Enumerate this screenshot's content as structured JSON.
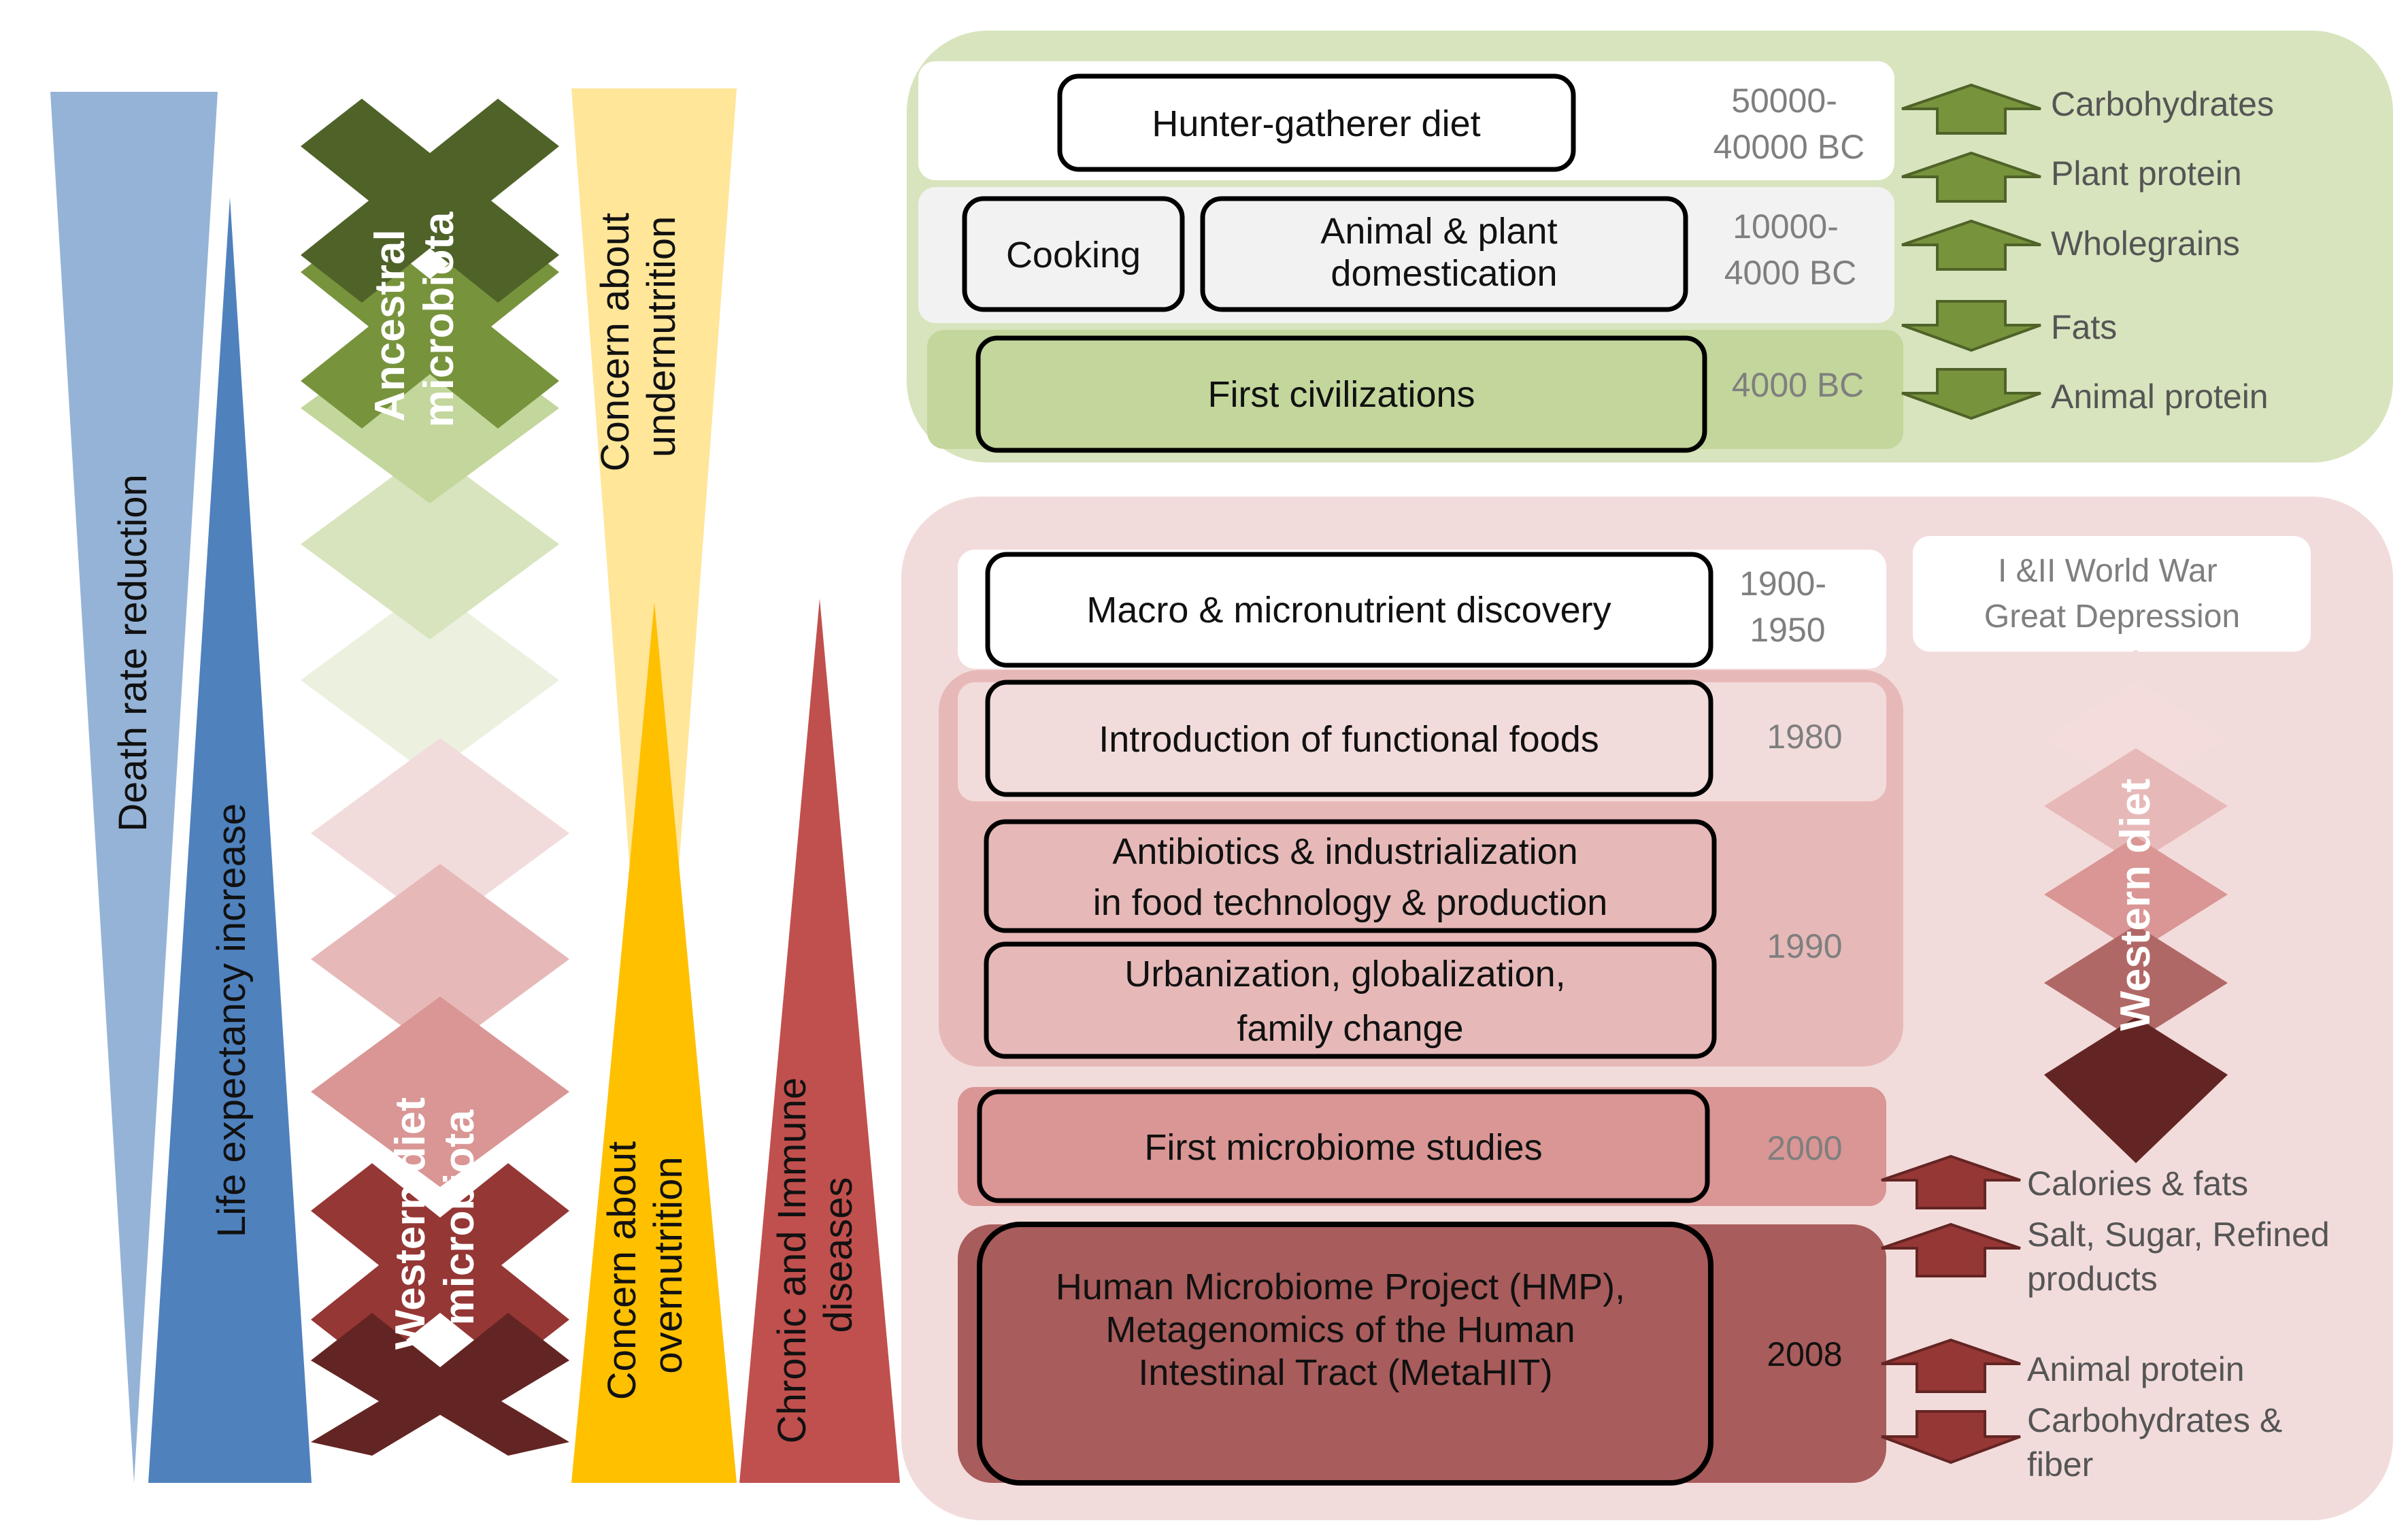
{
  "left_columns": {
    "death_rate": "Death rate reduction",
    "life_expectancy": "Life expectancy increase",
    "ancestral_microbiota": [
      "Ancestral",
      "microbiota"
    ],
    "western_diet_microbiota": [
      "Western diet",
      "microbiota"
    ],
    "concern_undernutrition": [
      "Concern about",
      "undernutrition"
    ],
    "concern_overnutrition": [
      "Concern about",
      "overnutrition"
    ],
    "chronic_immune": [
      "Chronic and Immune",
      "diseases"
    ]
  },
  "ancient_panel": {
    "rows": [
      {
        "boxes": [
          [
            "Hunter-gatherer diet"
          ]
        ],
        "year": [
          "50000-",
          "40000 BC"
        ]
      },
      {
        "boxes": [
          [
            "Cooking"
          ],
          [
            "Animal & plant",
            "domestication"
          ]
        ],
        "year": [
          "10000-",
          "4000 BC"
        ]
      },
      {
        "boxes": [
          [
            "First civilizations"
          ]
        ],
        "year": [
          "4000 BC"
        ]
      }
    ],
    "trends": [
      {
        "label": "Carbohydrates",
        "direction": "up"
      },
      {
        "label": "Plant protein",
        "direction": "up"
      },
      {
        "label": "Wholegrains",
        "direction": "up"
      },
      {
        "label": "Fats",
        "direction": "down"
      },
      {
        "label": "Animal protein",
        "direction": "down"
      }
    ]
  },
  "modern_panel": {
    "rows": [
      {
        "boxes": [
          [
            "Macro & micronutrient discovery"
          ]
        ],
        "year": [
          "1900-",
          "1950"
        ]
      },
      {
        "boxes": [
          [
            "Introduction of functional foods"
          ]
        ],
        "year": [
          "1980"
        ]
      },
      {
        "boxes": [
          [
            "Antibiotics & industrialization",
            "in food technology & production"
          ],
          [
            "Urbanization, globalization,",
            "family change"
          ]
        ],
        "year": [
          "1990"
        ]
      },
      {
        "boxes": [
          [
            "First microbiome studies"
          ]
        ],
        "year": [
          "2000"
        ]
      },
      {
        "boxes": [
          [
            "Human Microbiome Project (HMP),",
            "Metagenomics of the Human",
            "Intestinal Tract (MetaHIT)"
          ]
        ],
        "year": [
          "2008"
        ]
      }
    ],
    "world_war": [
      "I &II World War",
      "Great Depression"
    ],
    "western_diet_label": "Western diet",
    "trends": [
      {
        "label": [
          "Calories & fats"
        ],
        "direction": "up"
      },
      {
        "label": [
          "Salt, Sugar, Refined",
          "products"
        ],
        "direction": "up"
      },
      {
        "label": [
          "Animal protein"
        ],
        "direction": "up"
      },
      {
        "label": [
          "Carbohydrates &",
          "fiber"
        ],
        "direction": "down"
      }
    ]
  },
  "colors": {
    "green_panel": "#d7e4bd",
    "red_panel": "#f2dcdb",
    "green_arrow": "#77933c",
    "red_arrow": "#953735",
    "blue_light": "#95b3d7",
    "blue_dark": "#4f81bd",
    "yellow_light": "#ffe699",
    "yellow_dark": "#ffc000",
    "chronic_red": "#c0504d"
  }
}
